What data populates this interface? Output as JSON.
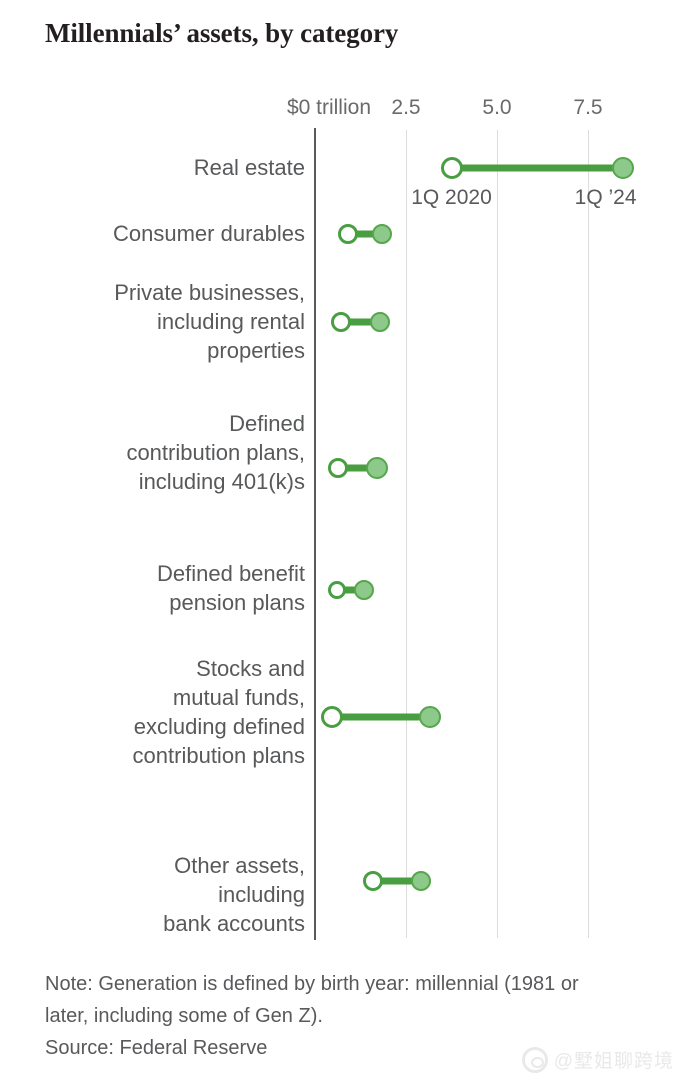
{
  "title": "Millennials’ assets, by category",
  "chart_data": {
    "type": "bar",
    "subtype": "dumbbell",
    "title": "Millennials’ assets, by category",
    "xlabel": "$0 trillion",
    "ylabel": "",
    "xlim": [
      0,
      8.75
    ],
    "grid": true,
    "legend": "inline-annotation",
    "axis_zero_label": "$0 trillion",
    "tick_labels": [
      "2.5",
      "5.0",
      "7.5"
    ],
    "tick_values": [
      2.5,
      5.0,
      7.5
    ],
    "series": [
      {
        "name": "1Q 2020",
        "style": "open-circle"
      },
      {
        "name": "1Q '24",
        "style": "filled-circle"
      }
    ],
    "annotations": [
      {
        "text": "1Q 2020",
        "series": "1Q 2020",
        "category": "Real estate"
      },
      {
        "text": "1Q ’24",
        "series": "1Q '24",
        "category": "Real estate"
      }
    ],
    "categories": [
      "Real estate",
      "Consumer durables",
      "Private businesses, including rental properties",
      "Defined contribution plans, including 401(k)s",
      "Defined benefit pension plans",
      "Stocks and mutual funds, excluding defined contribution plans",
      "Other assets, including bank accounts"
    ],
    "values_2020": [
      3.75,
      0.9,
      0.72,
      0.63,
      0.6,
      0.46,
      1.6
    ],
    "values_2024": [
      8.45,
      1.85,
      1.78,
      1.7,
      1.35,
      3.16,
      2.92
    ]
  },
  "rows": [
    {
      "label": "Real estate",
      "start": 3.75,
      "end": 8.45,
      "start_label": "1Q 2020",
      "end_label": "1Q ’24"
    },
    {
      "label": "Consumer durables",
      "start": 0.9,
      "end": 1.85
    },
    {
      "label": "Private businesses,\nincluding rental\nproperties",
      "start": 0.72,
      "end": 1.78
    },
    {
      "label": "Defined\ncontribution plans,\nincluding 401(k)s",
      "start": 0.63,
      "end": 1.7
    },
    {
      "label": "Defined benefit\npension plans",
      "start": 0.6,
      "end": 1.35
    },
    {
      "label": "Stocks and\nmutual funds,\nexcluding defined\ncontribution plans",
      "start": 0.46,
      "end": 3.16
    },
    {
      "label": "Other assets,\nincluding\nbank accounts",
      "start": 1.6,
      "end": 2.92
    }
  ],
  "axis": {
    "zero_label": "$0 trillion",
    "ticks": [
      "2.5",
      "5.0",
      "7.5"
    ]
  },
  "footer": {
    "note": "Note: Generation is defined by birth year: millennial (1981 or\nlater, including some of Gen Z).",
    "source": "Source: Federal Reserve"
  },
  "watermark": {
    "text": "@墅姐聊跨境"
  },
  "colors": {
    "accent_line": "#4a9e42",
    "dot_fill": "#8cc98a",
    "dot_stroke": "#57a64d",
    "text": "#58595b",
    "title": "#231f20",
    "gridline": "#dcdcdc",
    "axis": "#58595b"
  }
}
